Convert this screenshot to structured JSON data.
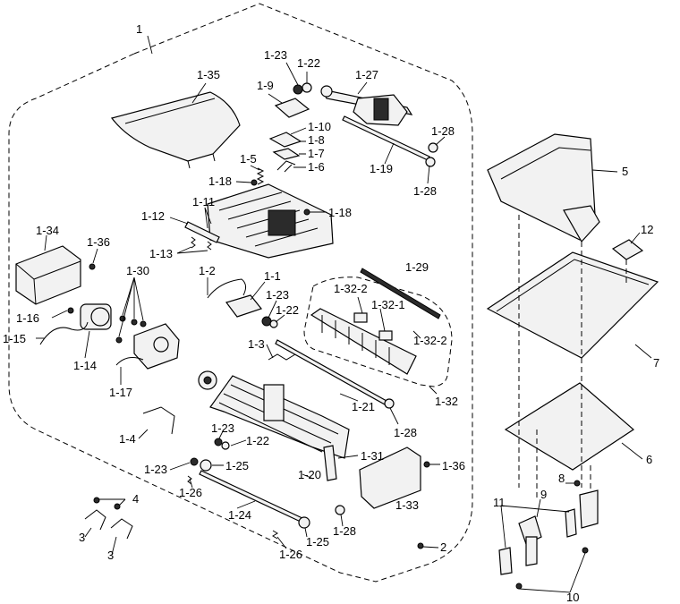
{
  "labels": {
    "l1": "1",
    "l1_35": "1-35",
    "l1_23a": "1-23",
    "l1_22a": "1-22",
    "l1_27": "1-27",
    "l1_9": "1-9",
    "l1_10": "1-10",
    "l1_8": "1-8",
    "l1_7": "1-7",
    "l1_6": "1-6",
    "l1_5": "1-5",
    "l1_28a": "1-28",
    "l1_19": "1-19",
    "l1_28b": "1-28",
    "l1_18a": "1-18",
    "l1_18b": "1-18",
    "l1_11": "1-11",
    "l1_12": "1-12",
    "l1_13": "1-13",
    "l1_34": "1-34",
    "l1_36a": "1-36",
    "l1_30": "1-30",
    "l1_2": "1-2",
    "l1_1": "1-1",
    "l1_23b": "1-23",
    "l1_22b": "1-22",
    "l1_29": "1-29",
    "l1_32_2a": "1-32-2",
    "l1_32_1": "1-32-1",
    "l1_32_2b": "1-32-2",
    "l1_16": "1-16",
    "l1_15": "1-15",
    "l1_14": "1-14",
    "l1_3": "1-3",
    "l1_17": "1-17",
    "l1_21": "1-21",
    "l1_32": "1-32",
    "l1_28c": "1-28",
    "l1_4": "1-4",
    "l1_23c": "1-23",
    "l1_22c": "1-22",
    "l1_31": "1-31",
    "l1_36b": "1-36",
    "l1_23d": "1-23",
    "l1_25a": "1-25",
    "l1_20": "1-20",
    "l1_26a": "1-26",
    "l1_33": "1-33",
    "l4": "4",
    "l1_24": "1-24",
    "l3a": "3",
    "l3b": "3",
    "l1_25b": "1-25",
    "l1_28d": "1-28",
    "l1_26b": "1-26",
    "l2": "2",
    "l5": "5",
    "l12": "12",
    "l7": "7",
    "l6": "6",
    "l8": "8",
    "l9": "9",
    "l11": "11",
    "l10": "10"
  }
}
